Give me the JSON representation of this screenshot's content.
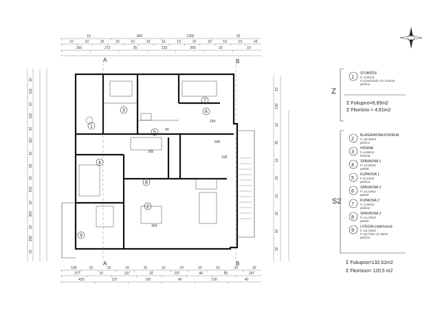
{
  "dimensions": {
    "top_row1": [
      "10",
      "960",
      "1200",
      "10"
    ],
    "top_row2": [
      "10",
      "10",
      "10",
      "10",
      "10",
      "10",
      "10",
      "10",
      "10",
      "10",
      "10",
      "10",
      "10"
    ],
    "top_row3": [
      "165",
      "272",
      "25",
      "233",
      "255",
      "15",
      "10"
    ],
    "bottom_row1": [
      "100",
      "10",
      "10",
      "10",
      "10",
      "10",
      "10",
      "10",
      "10",
      "10",
      "10"
    ],
    "bottom_row2": [
      "377",
      "10",
      "137",
      "10",
      "237",
      "40",
      "95",
      "197"
    ],
    "bottom_row3": [
      "433",
      "137",
      "120",
      "40",
      "120",
      "40"
    ],
    "left_col": [
      "10",
      "112",
      "10",
      "112",
      "10",
      "112",
      "10",
      "60",
      "10",
      "153",
      "10",
      "360",
      "10",
      "350",
      "10"
    ],
    "right_col": [
      "10",
      "130",
      "10",
      "30",
      "10",
      "10",
      "10",
      "10",
      "10",
      "10"
    ],
    "section_marks": [
      "A",
      "A",
      "B",
      "B"
    ]
  },
  "rooms": [
    "1",
    "2",
    "3",
    "4",
    "5",
    "6",
    "7",
    "8",
    "9"
  ],
  "room_dims": [
    "254",
    "285",
    "540",
    "364",
    "318",
    "90"
  ],
  "legend_z": {
    "label": "Z",
    "items": [
      {
        "num": "1",
        "title": "STUBIŠTE",
        "line1": "F=4,91m2",
        "line2": "F=0,93/152/0,73=4,91m2",
        "line3": "pločica"
      }
    ],
    "sum1": "Σ Fukupno=6,65m2",
    "sum2": "Σ Fkorisno = 4,91m2"
  },
  "legend_s2": {
    "label": "S2",
    "items": [
      {
        "num": "2",
        "title": "BLAGAVAONA-KUHINJA",
        "line1": "F=46,29m2",
        "line2": "pločica"
      },
      {
        "num": "3",
        "title": "HODNIK",
        "line1": "F=6,96m2",
        "line2": "laminat"
      },
      {
        "num": "4",
        "title": "SPAVAONA 1",
        "line1": "F=13,55m2",
        "line2": "parket"
      },
      {
        "num": "5",
        "title": "KUPAONA 1",
        "line1": "F=5,16m2",
        "line2": "pločica"
      },
      {
        "num": "6",
        "title": "SPAVAONA 2",
        "line1": "F=14,19m2",
        "line2": "parket"
      },
      {
        "num": "7",
        "title": "KUPAONA 2",
        "line1": "F=4,30m2",
        "line2": "pločica"
      },
      {
        "num": "8",
        "title": "SPAVAONA 3",
        "line1": "F=14,70m2",
        "line2": "parket"
      },
      {
        "num": "9",
        "title": "LOGGIA (natkrivena)",
        "line1": "F=22,78m2",
        "line2": "F=22,78/2=11,39m2",
        "line3": "pločica"
      }
    ],
    "sum1": "Σ Fukupno=132,61m2",
    "sum2": "Σ Fkorisno= 120,5 m2"
  },
  "north_arrow": "north-arrow-icon"
}
